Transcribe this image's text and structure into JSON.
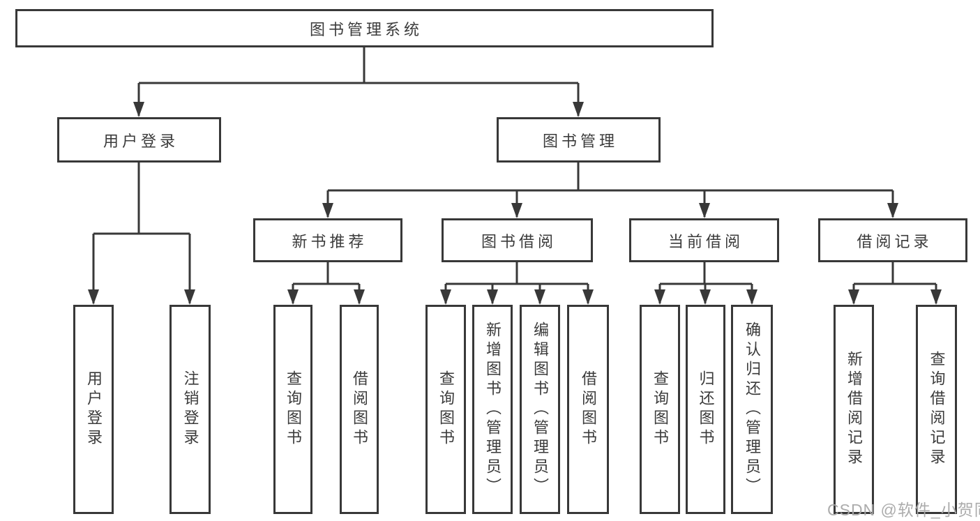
{
  "colors": {
    "line": "#383838",
    "box_border": "#383838",
    "text": "#3b3b3b",
    "box_background": "#ffffff",
    "page_background": "#ffffff",
    "watermark": "#a8a8a8"
  },
  "diagram": {
    "root": {
      "label": "图书管理系统"
    },
    "level2": [
      {
        "label": "用户登录"
      },
      {
        "label": "图书管理"
      }
    ],
    "level3": [
      {
        "label": "新书推荐",
        "parent": "图书管理"
      },
      {
        "label": "图书借阅",
        "parent": "图书管理"
      },
      {
        "label": "当前借阅",
        "parent": "图书管理"
      },
      {
        "label": "借阅记录",
        "parent": "图书管理"
      }
    ],
    "leaves": [
      {
        "label": "用户登录",
        "parent": "用户登录"
      },
      {
        "label": "注销登录",
        "parent": "用户登录"
      },
      {
        "label": "查询图书",
        "parent": "新书推荐"
      },
      {
        "label": "借阅图书",
        "parent": "新书推荐"
      },
      {
        "label": "查询图书",
        "parent": "图书借阅"
      },
      {
        "label": "新增图书（管理员）",
        "parent": "图书借阅"
      },
      {
        "label": "编辑图书（管理员）",
        "parent": "图书借阅"
      },
      {
        "label": "借阅图书",
        "parent": "图书借阅"
      },
      {
        "label": "查询图书",
        "parent": "当前借阅"
      },
      {
        "label": "归还图书",
        "parent": "当前借阅"
      },
      {
        "label": "确认归还（管理员）",
        "parent": "当前借阅"
      },
      {
        "label": "新增借阅记录",
        "parent": "借阅记录"
      },
      {
        "label": "查询借阅记录",
        "parent": "借阅记录"
      }
    ]
  },
  "watermark": {
    "text": "CSDN @软件_小贺同学"
  }
}
